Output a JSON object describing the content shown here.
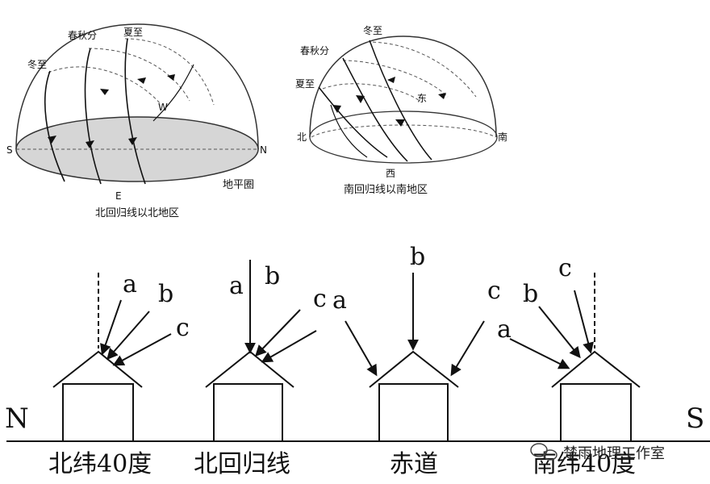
{
  "top_left": {
    "labels": {
      "winter": "冬至",
      "equinox": "春秋分",
      "summer": "夏至",
      "south": "S",
      "north": "N",
      "east_top": "W",
      "east_bottom": "E",
      "horizon": "地平圈",
      "caption": "北回归线以北地区"
    }
  },
  "top_right": {
    "labels": {
      "winter": "冬至",
      "equinox": "春秋分",
      "summer": "夏至",
      "east": "东",
      "north": "北",
      "south": "南",
      "west": "西",
      "caption": "南回归线以南地区"
    }
  },
  "bottom": {
    "direction_left": "N",
    "direction_right": "S",
    "houses": [
      {
        "id": "h1",
        "location": "北纬40度",
        "labels": [
          "a",
          "b",
          "c"
        ]
      },
      {
        "id": "h2",
        "location": "北回归线",
        "labels": [
          "a",
          "b",
          "c"
        ]
      },
      {
        "id": "h3",
        "location": "赤道",
        "labels": [
          "a",
          "b",
          "c"
        ]
      },
      {
        "id": "h4",
        "location": "南纬40度",
        "labels": [
          "b",
          "c",
          "a"
        ]
      }
    ]
  },
  "watermark": "楚雨地理工作室"
}
